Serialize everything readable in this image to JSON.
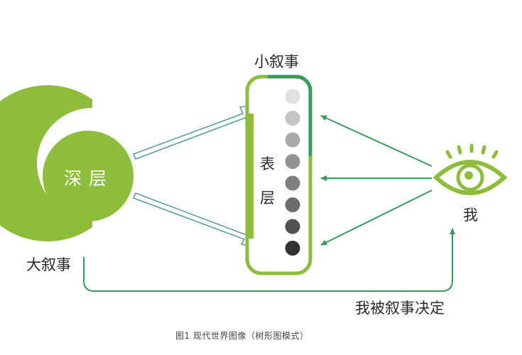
{
  "labels": {
    "small_narrative": "小叙事",
    "surface_top": "表",
    "surface_bottom": "层",
    "deep": "深层",
    "grand_narrative": "大叙事",
    "self": "我",
    "decides": "我被叙事决定"
  },
  "caption": "图1  现代世界图像（树形图模式）",
  "colors": {
    "green_light": "#8dbd3a",
    "green_dark": "#3a9a5b",
    "teal_arrow": "#5a9ea0",
    "ink": "#2b2b2b"
  },
  "dots": [
    {
      "shade": "#e1e1e1"
    },
    {
      "shade": "#c5c5c5"
    },
    {
      "shade": "#a9a9a9"
    },
    {
      "shade": "#939393"
    },
    {
      "shade": "#808080"
    },
    {
      "shade": "#6c6c6c"
    },
    {
      "shade": "#505050"
    },
    {
      "shade": "#333333"
    }
  ],
  "icons": {
    "eye": "eye-icon"
  }
}
